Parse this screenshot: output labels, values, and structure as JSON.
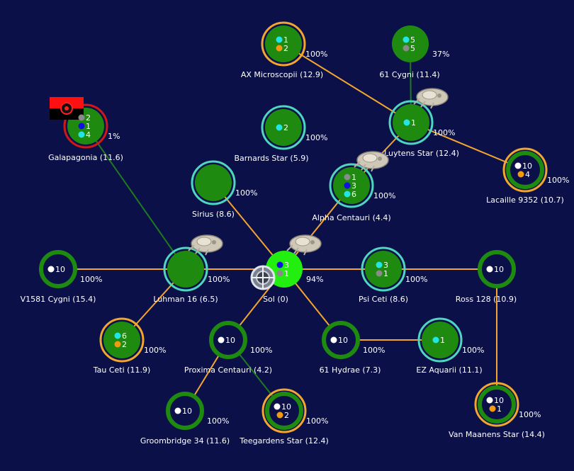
{
  "map": {
    "background": "#0b1048",
    "colors": {
      "lane_orange": "#f2a630",
      "lane_green": "#1f7a1f",
      "ring_teal": "#4fd6c0",
      "ring_orange": "#f2a630",
      "ring_red": "#d01818",
      "planet_green": "#1f8a10",
      "planet_home": "#22ee10",
      "dot_white": "#ffffff",
      "dot_cyan": "#22e6e6",
      "dot_gray": "#8a8a8a",
      "dot_blue": "#1010e0",
      "dot_orange": "#f29a10"
    },
    "stars": [
      {
        "id": "ax-microscopii",
        "name": "AX Microscopii  (12.9)",
        "pct": "100%",
        "ring": "orange",
        "planet": true,
        "counts": [
          {
            "v": "1",
            "c": "cyan"
          },
          {
            "v": "2",
            "c": "orange"
          }
        ]
      },
      {
        "id": "61-cygni",
        "name": "61 Cygni  (11.4)",
        "pct": "37%",
        "ring": "none",
        "planet": true,
        "counts": [
          {
            "v": "5",
            "c": "cyan"
          },
          {
            "v": "5",
            "c": "gray"
          }
        ]
      },
      {
        "id": "galapagonia",
        "name": "Galapagonia  (11.6)",
        "pct": "1%",
        "ring": "red",
        "planet": true,
        "flag": true,
        "counts": [
          {
            "v": "2",
            "c": "gray"
          },
          {
            "v": "1",
            "c": "blue"
          },
          {
            "v": "4",
            "c": "cyan"
          }
        ]
      },
      {
        "id": "barnards-star",
        "name": "Barnards Star  (5.9)",
        "pct": "100%",
        "ring": "teal",
        "planet": true,
        "counts": [
          {
            "v": "2",
            "c": "cyan"
          }
        ]
      },
      {
        "id": "luytens-star",
        "name": "Luytens Star  (12.4)",
        "pct": "100%",
        "ring": "teal",
        "planet": true,
        "ship": true,
        "counts": [
          {
            "v": "1",
            "c": "cyan"
          }
        ]
      },
      {
        "id": "lacaille-9352",
        "name": "Lacaille 9352  (10.7)",
        "pct": "100%",
        "ring": "orange",
        "planet": false,
        "counts": [
          {
            "v": "10",
            "c": "white"
          },
          {
            "v": "4",
            "c": "orange"
          }
        ]
      },
      {
        "id": "sirius",
        "name": "Sirius  (8.6)",
        "pct": "100%",
        "ring": "teal",
        "planet": true,
        "counts": []
      },
      {
        "id": "alpha-centauri",
        "name": "Alpha Centauri  (4.4)",
        "pct": "100%",
        "ring": "teal",
        "planet": true,
        "ship": true,
        "counts": [
          {
            "v": "1",
            "c": "gray"
          },
          {
            "v": "3",
            "c": "blue"
          },
          {
            "v": "6",
            "c": "cyan"
          }
        ]
      },
      {
        "id": "v1581-cygni",
        "name": "V1581 Cygni  (15.4)",
        "pct": "100%",
        "ring": "none",
        "planet": false,
        "counts": [
          {
            "v": "10",
            "c": "white"
          }
        ]
      },
      {
        "id": "luhman-16",
        "name": "Luhman 16  (6.5)",
        "pct": "100%",
        "ring": "teal",
        "planet": true,
        "ship": true,
        "counts": []
      },
      {
        "id": "sol",
        "name": "Sol  (0)",
        "pct": "94%",
        "ring": "none",
        "planet": true,
        "home": true,
        "ship": true,
        "station": true,
        "counts": [
          {
            "v": "3",
            "c": "blue"
          },
          {
            "v": "1",
            "c": "gray"
          }
        ]
      },
      {
        "id": "psi-ceti",
        "name": "Psi Ceti  (8.6)",
        "pct": "100%",
        "ring": "teal",
        "planet": true,
        "counts": [
          {
            "v": "3",
            "c": "cyan"
          },
          {
            "v": "1",
            "c": "gray"
          }
        ]
      },
      {
        "id": "ross-128",
        "name": "Ross 128  (10.9)",
        "pct": "",
        "ring": "none",
        "planet": false,
        "counts": [
          {
            "v": "10",
            "c": "white"
          }
        ]
      },
      {
        "id": "tau-ceti",
        "name": "Tau Ceti  (11.9)",
        "pct": "100%",
        "ring": "orange",
        "planet": true,
        "counts": [
          {
            "v": "6",
            "c": "cyan"
          },
          {
            "v": "2",
            "c": "orange"
          }
        ]
      },
      {
        "id": "proxima-centauri",
        "name": "Proxima Centauri  (4.2)",
        "pct": "100%",
        "ring": "none",
        "planet": false,
        "counts": [
          {
            "v": "10",
            "c": "white"
          }
        ]
      },
      {
        "id": "61-hydrae",
        "name": "61 Hydrae  (7.3)",
        "pct": "100%",
        "ring": "none",
        "planet": false,
        "counts": [
          {
            "v": "10",
            "c": "white"
          }
        ]
      },
      {
        "id": "ez-aquarii",
        "name": "EZ Aquarii  (11.1)",
        "pct": "100%",
        "ring": "teal",
        "planet": true,
        "counts": [
          {
            "v": "1",
            "c": "cyan"
          }
        ]
      },
      {
        "id": "groombridge-34",
        "name": "Groombridge 34  (11.6)",
        "pct": "100%",
        "ring": "none",
        "planet": false,
        "counts": [
          {
            "v": "10",
            "c": "white"
          }
        ]
      },
      {
        "id": "teegardens-star",
        "name": "Teegardens Star  (12.4)",
        "pct": "100%",
        "ring": "orange",
        "planet": false,
        "counts": [
          {
            "v": "10",
            "c": "white"
          },
          {
            "v": "2",
            "c": "orange"
          }
        ]
      },
      {
        "id": "van-maanens-star",
        "name": "Van Maanens Star  (14.4)",
        "pct": "100%",
        "ring": "orange",
        "planet": false,
        "counts": [
          {
            "v": "10",
            "c": "white"
          },
          {
            "v": "1",
            "c": "orange"
          }
        ]
      }
    ],
    "lanes": [
      {
        "a": "ax-microscopii",
        "b": "luytens-star",
        "c": "orange"
      },
      {
        "a": "61-cygni",
        "b": "luytens-star",
        "c": "green"
      },
      {
        "a": "luytens-star",
        "b": "lacaille-9352",
        "c": "orange"
      },
      {
        "a": "luytens-star",
        "b": "alpha-centauri",
        "c": "orange"
      },
      {
        "a": "alpha-centauri",
        "b": "sol",
        "c": "orange"
      },
      {
        "a": "sirius",
        "b": "sol",
        "c": "orange"
      },
      {
        "a": "galapagonia",
        "b": "luhman-16",
        "c": "green"
      },
      {
        "a": "v1581-cygni",
        "b": "luhman-16",
        "c": "orange"
      },
      {
        "a": "luhman-16",
        "b": "sol",
        "c": "orange"
      },
      {
        "a": "luhman-16",
        "b": "tau-ceti",
        "c": "orange"
      },
      {
        "a": "sol",
        "b": "psi-ceti",
        "c": "orange"
      },
      {
        "a": "psi-ceti",
        "b": "ross-128",
        "c": "orange"
      },
      {
        "a": "ross-128",
        "b": "van-maanens-star",
        "c": "orange"
      },
      {
        "a": "sol",
        "b": "proxima-centauri",
        "c": "orange"
      },
      {
        "a": "sol",
        "b": "61-hydrae",
        "c": "orange"
      },
      {
        "a": "61-hydrae",
        "b": "ez-aquarii",
        "c": "orange"
      },
      {
        "a": "proxima-centauri",
        "b": "groombridge-34",
        "c": "orange"
      },
      {
        "a": "proxima-centauri",
        "b": "teegardens-star",
        "c": "green"
      }
    ]
  }
}
